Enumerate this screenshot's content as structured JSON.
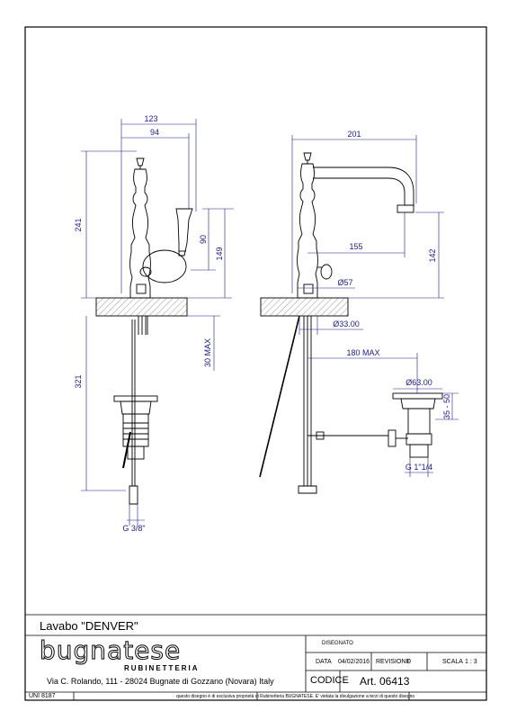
{
  "drawing": {
    "front_view": {
      "width_overall": "123",
      "width_lever": "94",
      "height_spout": "241",
      "height_lever": "90",
      "height_handle": "149",
      "below_deck_max": "30 MAX",
      "below_total": "321",
      "thread_hose": "G 3/8\""
    },
    "side_view": {
      "reach_overall": "201",
      "reach_spout": "155",
      "height_outlet": "142",
      "base_diameter": "Ø57",
      "hole_diameter": "Ø33.00",
      "pop_up_distance": "180 MAX",
      "waste_diameter": "Ø63.00",
      "waste_adjust": "35 - 50",
      "waste_thread": "G 1\"1/4"
    }
  },
  "title_block": {
    "product_title": "Lavabo \"DENVER\"",
    "brand_name": "bugnatese",
    "brand_sub": "RUBINETTERIA",
    "address": "Via C. Rolando, 111 - 28024 Bugnate di Gozzano (Novara) Italy",
    "standard": "UNI 8187",
    "disclaimer": "questo disegno è di esclusiva proprietà di Rubinetteria BUGNATESE. E' vietata la divulgazione a terzi di questo disegno",
    "designed_label": "DISEGNATO",
    "designed_value": "",
    "date_label": "DATA",
    "date_value": "04/02/2016",
    "revision_label": "REVISIONE",
    "revision_value": "0",
    "scale_label": "SCALA",
    "scale_value": "1 : 3",
    "code_label": "CODICE",
    "code_value": "Art. 06413"
  }
}
